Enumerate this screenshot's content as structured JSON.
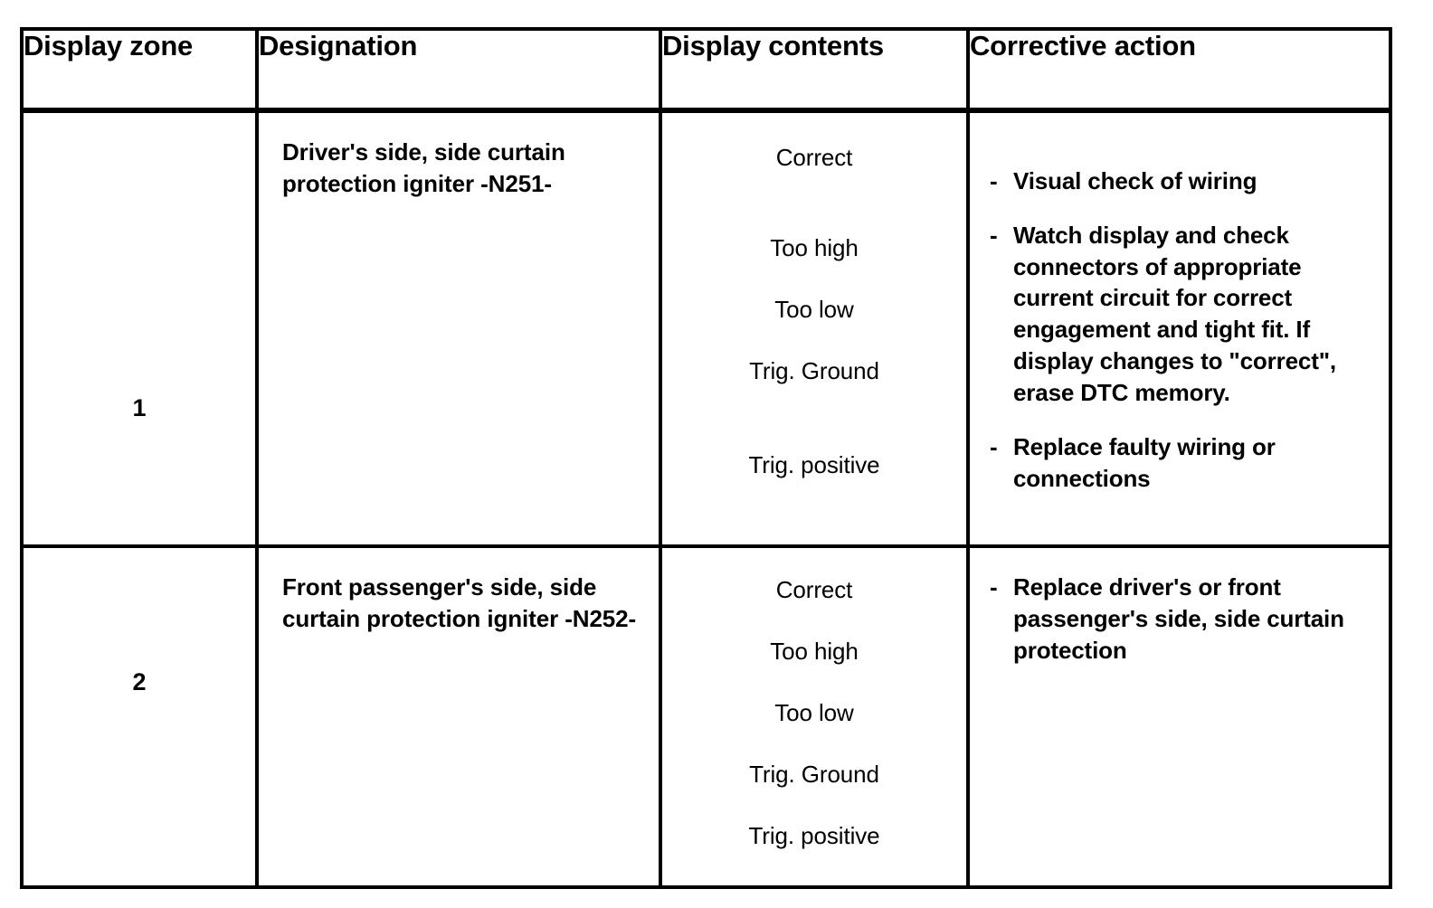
{
  "table": {
    "headers": [
      "Display zone",
      "Designation",
      "Display contents",
      "Corrective action"
    ],
    "rows": [
      {
        "zone": "1",
        "designation": "Driver's side, side curtain protection igniter -N251-",
        "display_contents": [
          "Correct",
          "Too high",
          "Too low",
          "Trig. Ground",
          "Trig. positive"
        ],
        "corrective_action": [
          {
            "bullet": "-",
            "text": "Visual check of wiring"
          },
          {
            "bullet": "-",
            "text": "Watch display and check connectors of appropriate current circuit for correct engagement and tight fit. If display changes to \"correct\", erase DTC memory."
          },
          {
            "bullet": "-",
            "text": "Replace faulty wiring or connections"
          }
        ]
      },
      {
        "zone": "2",
        "designation": "Front passenger's side, side curtain protection igniter -N252-",
        "display_contents": [
          "Correct",
          "Too high",
          "Too low",
          "Trig. Ground",
          "Trig. positive"
        ],
        "corrective_action": [
          {
            "bullet": "-",
            "text": "Replace driver's or front passenger's side, side curtain protection"
          }
        ]
      }
    ]
  },
  "style": {
    "text_color": "#000000",
    "border_color": "#000000",
    "background_color": "#ffffff"
  }
}
